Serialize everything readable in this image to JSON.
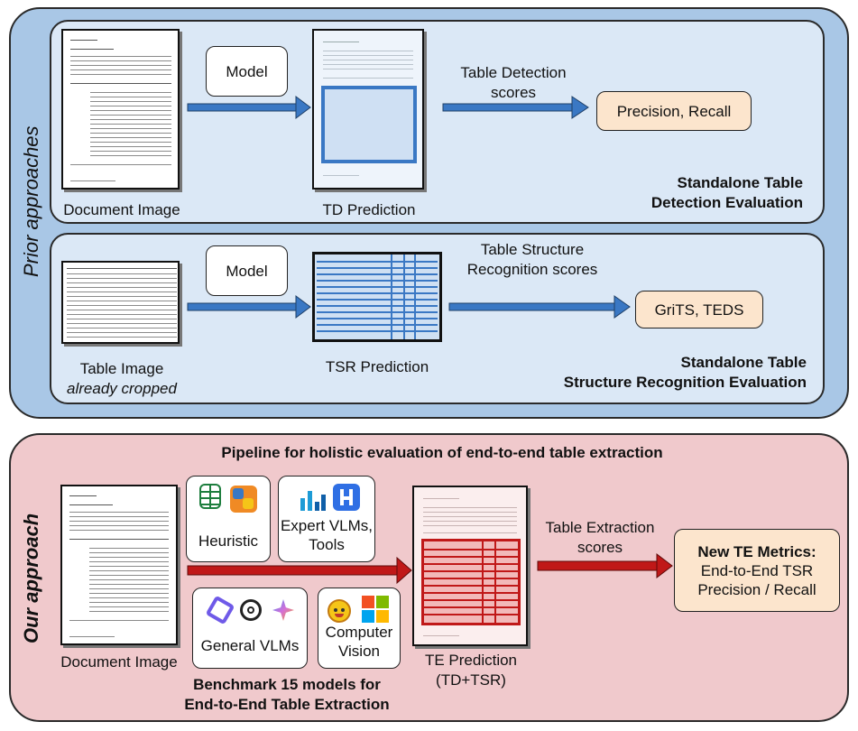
{
  "prior": {
    "side_label": "Prior approaches",
    "td_panel": {
      "doc_label": "Document Image",
      "model_label": "Model",
      "prediction_label": "TD Prediction",
      "scores_label_1": "Table Detection",
      "scores_label_2": "scores",
      "result_label": "Precision, Recall",
      "title_1": "Standalone Table",
      "title_2": "Detection Evaluation"
    },
    "tsr_panel": {
      "image_label_1": "Table Image",
      "image_label_2": "already cropped",
      "model_label": "Model",
      "prediction_label": "TSR Prediction",
      "scores_label_1": "Table Structure",
      "scores_label_2": "Recognition scores",
      "result_label": "GriTS, TEDS",
      "title_1": "Standalone Table",
      "title_2": "Structure Recognition Evaluation"
    }
  },
  "ours": {
    "side_label": "Our approach",
    "header": "Pipeline for holistic evaluation of end-to-end table extraction",
    "doc_label": "Document Image",
    "heuristic_label": "Heuristic",
    "expert_label_1": "Expert VLMs,",
    "expert_label_2": "Tools",
    "general_label": "General VLMs",
    "cv_label_1": "Computer",
    "cv_label_2": "Vision",
    "benchmark_label_1": "Benchmark 15 models for",
    "benchmark_label_2": "End-to-End Table Extraction",
    "prediction_label_1": "TE Prediction",
    "prediction_label_2": "(TD+TSR)",
    "scores_label_1": "Table Extraction",
    "scores_label_2": "scores",
    "result_title": "New TE Metrics:",
    "result_line_1": "End-to-End TSR",
    "result_line_2": "Precision / Recall"
  },
  "colors": {
    "blue_arrow": "#3a78c4",
    "red_arrow": "#c01818",
    "prior_bg": "#a9c7e6",
    "ours_bg": "#f0c9cc",
    "result_bg": "#fce5cd"
  }
}
